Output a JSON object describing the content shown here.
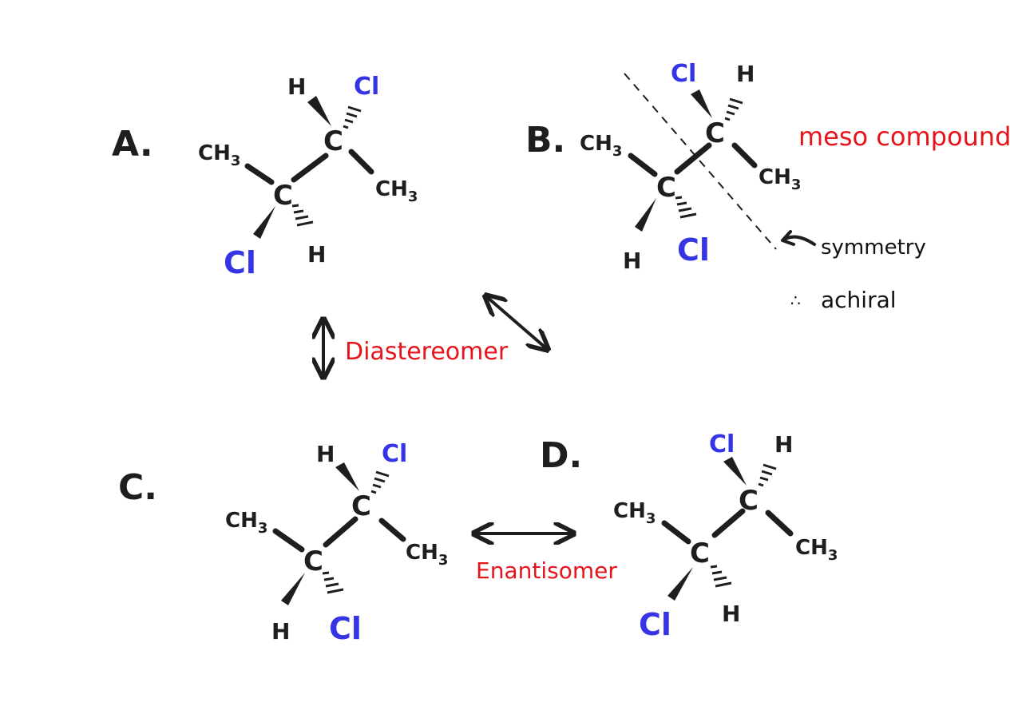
{
  "molecules": {
    "a": {
      "label": "A.",
      "top_left": "H",
      "top_right": "Cl",
      "upper_c": "C",
      "lower_c": "C",
      "left_methyl": "CH3",
      "right_methyl": "CH3",
      "bottom_left": "Cl",
      "bottom_right": "H"
    },
    "b": {
      "label": "B.",
      "top_left": "Cl",
      "top_right": "H",
      "upper_c": "C",
      "lower_c": "C",
      "left_methyl": "CH3",
      "right_methyl": "CH3",
      "bottom_left": "H",
      "bottom_right": "Cl"
    },
    "c": {
      "label": "C.",
      "top_left": "H",
      "top_right": "Cl",
      "upper_c": "C",
      "lower_c": "C",
      "left_methyl": "CH3",
      "right_methyl": "CH3",
      "bottom_left": "H",
      "bottom_right": "Cl"
    },
    "d": {
      "label": "D.",
      "top_left": "Cl",
      "top_right": "H",
      "upper_c": "C",
      "lower_c": "C",
      "left_methyl": "CH3",
      "right_methyl": "CH3",
      "bottom_left": "Cl",
      "bottom_right": "H"
    }
  },
  "annotations": {
    "meso": "meso compound",
    "symmetry": "symmetry",
    "achiral": "achiral",
    "therefore": "∴",
    "diastereomer": "Diastereomer",
    "enantiomer": "Enantisomer"
  },
  "colors": {
    "black": "#1e1e1e",
    "chlorine_blue": "#3535e6",
    "annotation_red": "#e8141c"
  }
}
